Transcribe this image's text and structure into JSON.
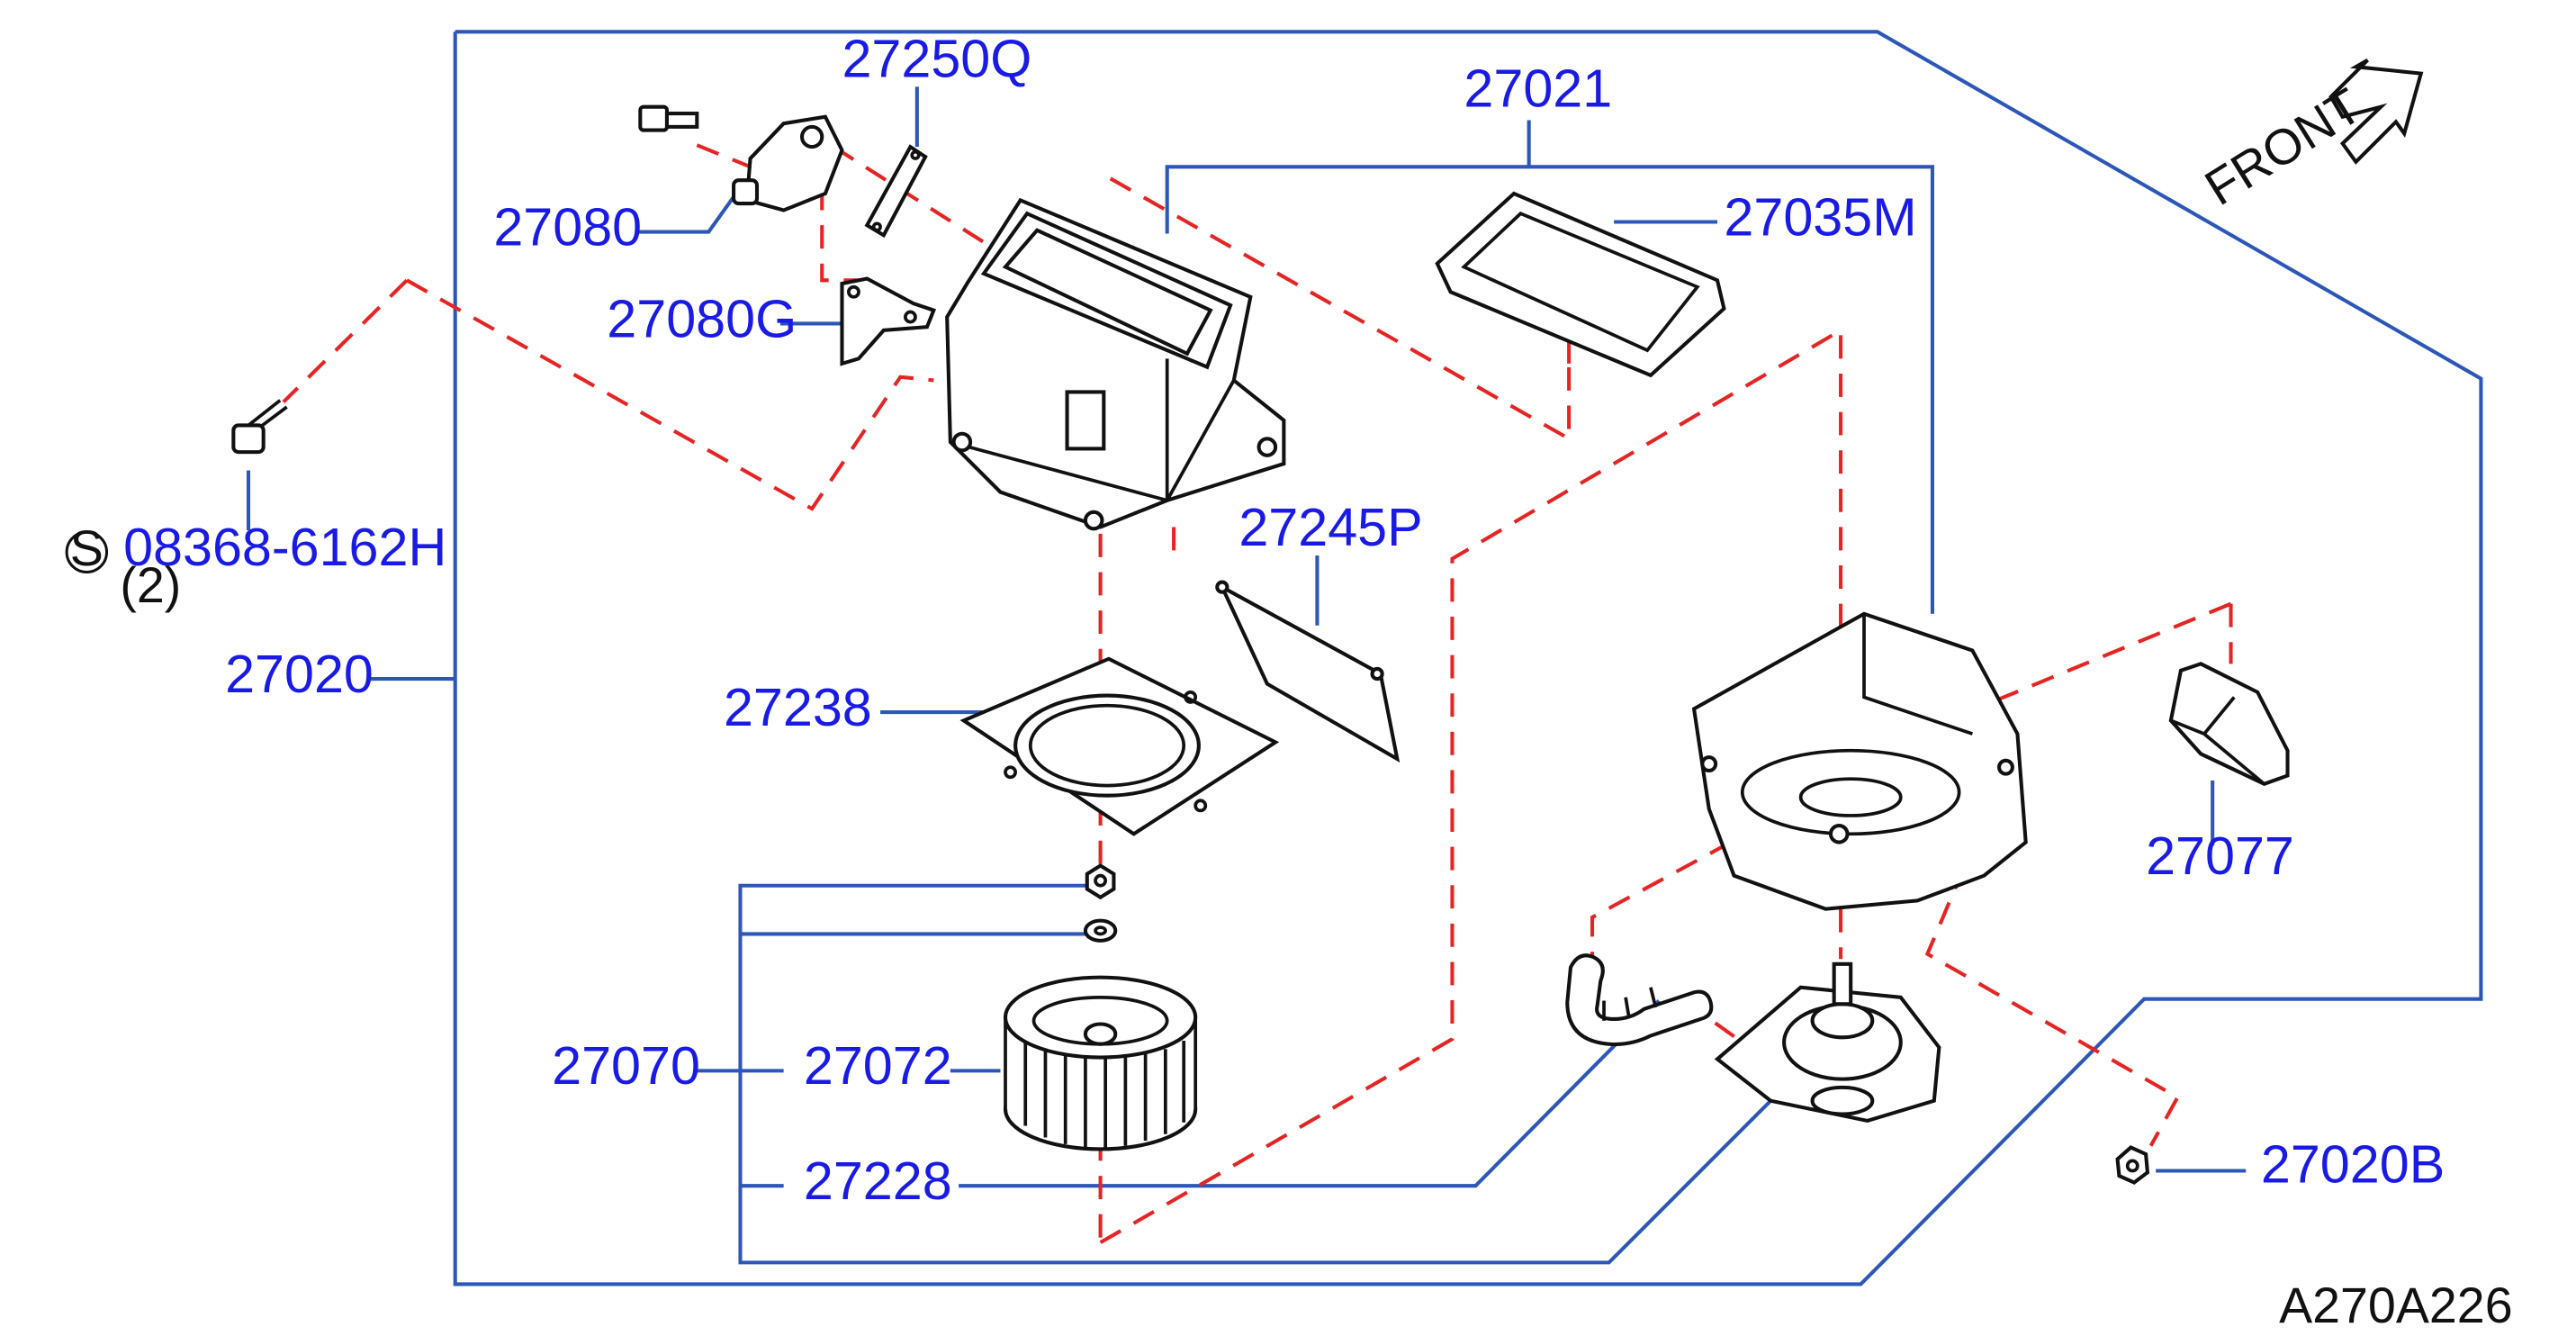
{
  "diagram": {
    "front_label": "FRONT",
    "drawing_code": "A270A226",
    "std_part_symbol": "S",
    "std_part_qty": "(2)",
    "labels": {
      "p27250Q": "27250Q",
      "p27021": "27021",
      "p27080": "27080",
      "p27035M": "27035M",
      "p27080G": "27080G",
      "p08368": "08368-6162H",
      "p27245P": "27245P",
      "p27020": "27020",
      "p27238": "27238",
      "p27077": "27077",
      "p27070": "27070",
      "p27072": "27072",
      "p27228": "27228",
      "p27020B": "27020B"
    },
    "colors": {
      "label": "#1a1ae6",
      "leader": "#2c57b8",
      "dashed": "#e62424",
      "part_outline": "#111111"
    }
  }
}
